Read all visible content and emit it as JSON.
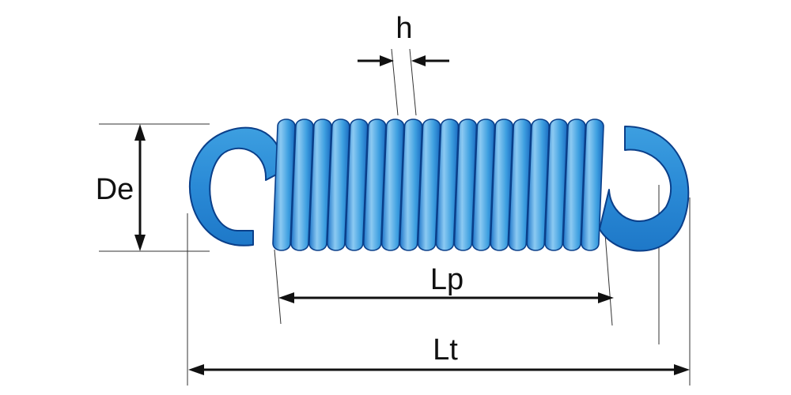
{
  "labels": {
    "wire_pitch": "h",
    "outer_diameter": "De",
    "body_length": "Lp",
    "total_length": "Lt"
  },
  "colors": {
    "spring_fill": "#3d9fe0",
    "spring_fill_light": "#8ccaf2",
    "spring_stroke": "#0a3f8a",
    "dimension_line": "#111111",
    "extension_line": "#333333"
  },
  "spring": {
    "coil_count": 18
  }
}
